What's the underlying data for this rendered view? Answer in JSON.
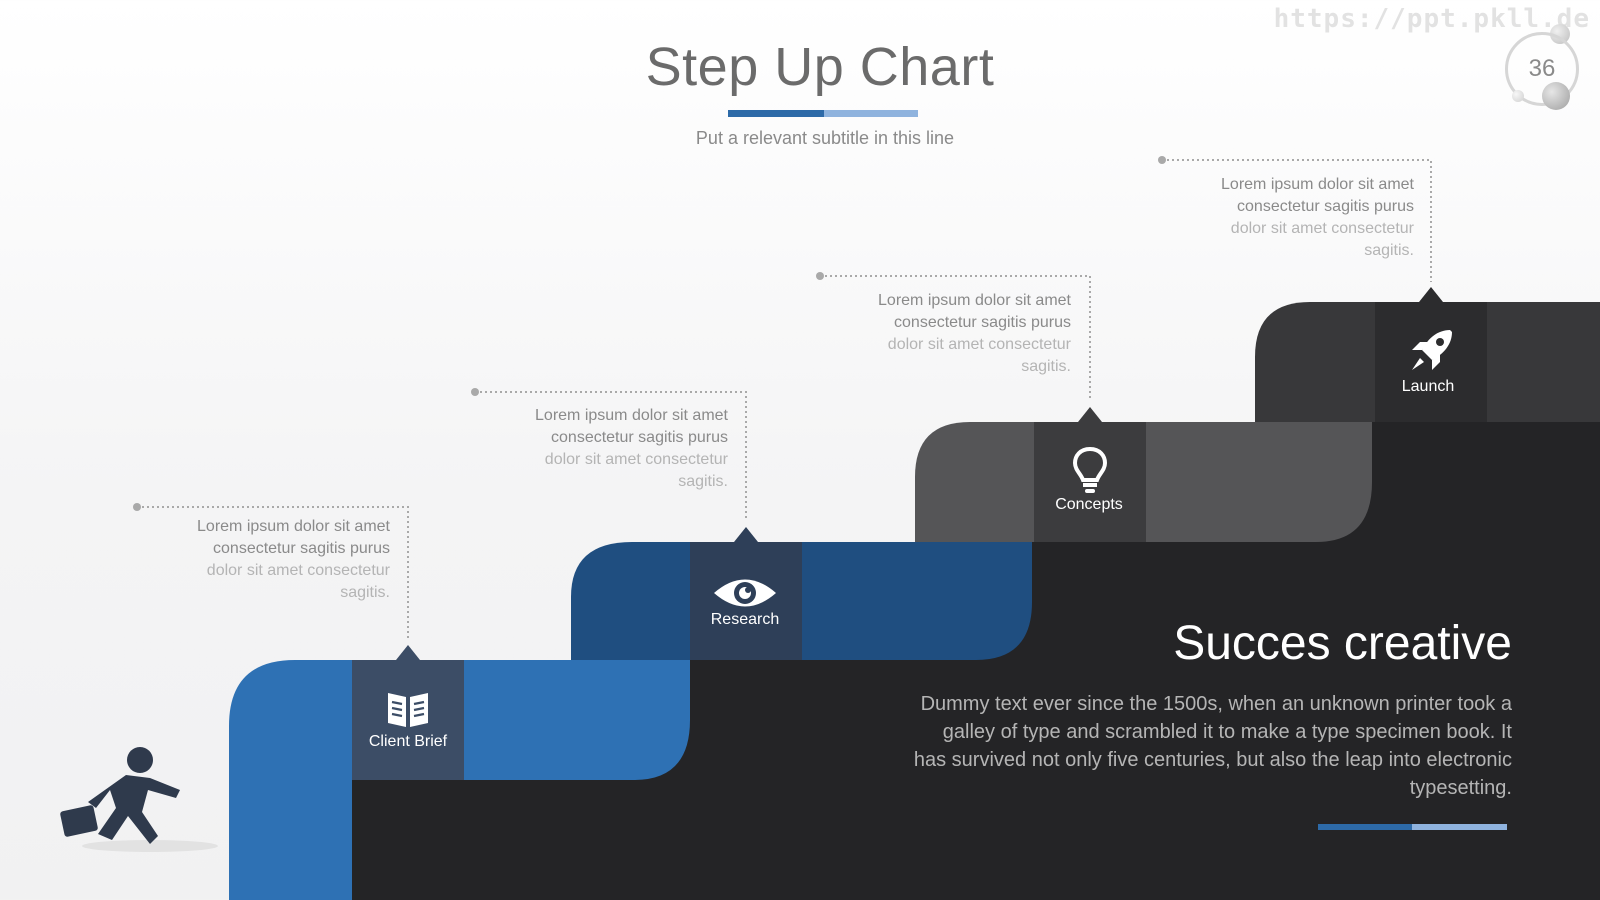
{
  "header": {
    "title": "Step Up Chart",
    "subtitle": "Put a relevant subtitle in this line",
    "watermark": "https://ppt.pkll.de",
    "page_number": "36"
  },
  "steps": [
    {
      "label": "Client Brief",
      "icon": "book-icon",
      "color": "#2e71b4",
      "description": [
        "Lorem ipsum dolor sit amet",
        "consectetur sagitis purus",
        "dolor sit amet consectetur",
        "sagitis."
      ]
    },
    {
      "label": "Research",
      "icon": "eye-icon",
      "color": "#1f4e80",
      "description": [
        "Lorem ipsum dolor sit amet",
        "consectetur sagitis purus",
        "dolor sit amet consectetur",
        "sagitis."
      ]
    },
    {
      "label": "Concepts",
      "icon": "lightbulb-icon",
      "color": "#555557",
      "description": [
        "Lorem ipsum dolor sit amet",
        "consectetur sagitis purus",
        "dolor sit amet consectetur",
        "sagitis."
      ]
    },
    {
      "label": "Launch",
      "icon": "rocket-icon",
      "color": "#38383a",
      "description": [
        "Lorem ipsum dolor sit amet",
        "consectetur sagitis purus",
        "dolor sit amet consectetur",
        "sagitis."
      ]
    }
  ],
  "success": {
    "title": "Succes creative",
    "body": "Dummy text ever since the 1500s, when an unknown printer took a galley of type and scrambled it to make a type specimen book. It has survived not only five centuries, but also the leap into electronic typesetting."
  },
  "figure": {
    "icon": "running-businessman-icon"
  },
  "colors": {
    "dark_background": "#242426",
    "accent_blue": "#2d6aa8",
    "accent_light_blue": "#8fb3de"
  }
}
